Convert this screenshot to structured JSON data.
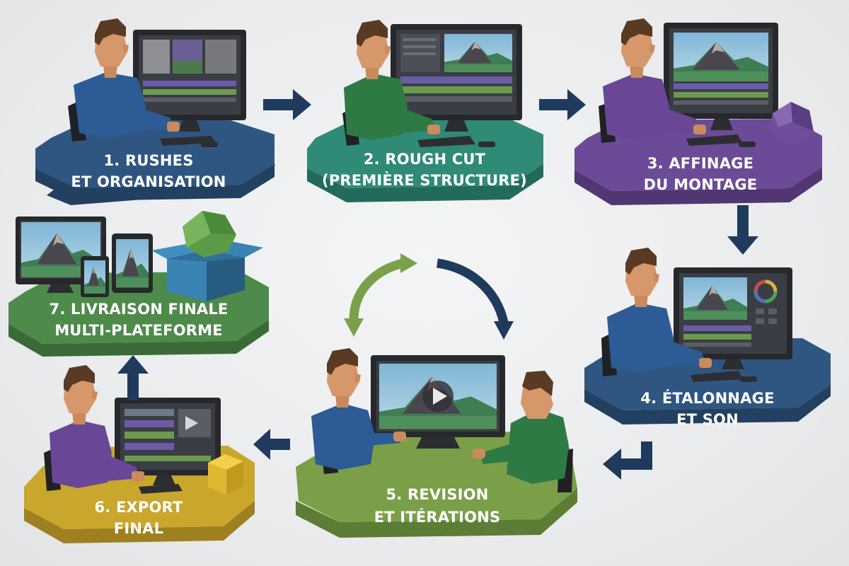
{
  "colors": {
    "background": "#eaebed",
    "arrow_navy": "#1f3a5c",
    "arrow_green": "#7aa14a",
    "blue": "#2f5681",
    "teal": "#2f8a78",
    "purple": "#6b4a97",
    "yellow": "#c9a62c",
    "green": "#7a9f48",
    "dark_green": "#4e8a4a"
  },
  "stations": [
    {
      "id": "rushes",
      "color": "blue",
      "label_line1": "1. RUSHES",
      "label_line2": "ET ORGANISATION"
    },
    {
      "id": "rough-cut",
      "color": "teal",
      "label_line1": "2. ROUGH CUT",
      "label_line2": "(PREMIÈRE STRUCTURE)"
    },
    {
      "id": "affinage",
      "color": "purple",
      "label_line1": "3. AFFINAGE",
      "label_line2": "DU MONTAGE"
    },
    {
      "id": "etalonnage",
      "color": "blue",
      "label_line1": "4. ÉTALONNAGE",
      "label_line2": "ET SON"
    },
    {
      "id": "revision",
      "color": "green",
      "label_line1": "5. REVISION",
      "label_line2": "ET ITÉRATIONS"
    },
    {
      "id": "export",
      "color": "yellow",
      "label_line1": "6. EXPORT",
      "label_line2": "FINAL"
    },
    {
      "id": "livraison",
      "color": "dark_green",
      "label_line1": "7. LIVRAISON FINALE",
      "label_line2": "MULTI-PLATEFORME"
    }
  ],
  "icons": [
    "editor-person-icon",
    "monitor-icon",
    "play-icon",
    "mountain-thumbnail-icon",
    "polyhedron-icon",
    "cube-icon",
    "open-box-icon",
    "tablet-icon",
    "phone-icon",
    "color-wheel-icon",
    "arrow-icon",
    "cycle-arrows-icon"
  ]
}
